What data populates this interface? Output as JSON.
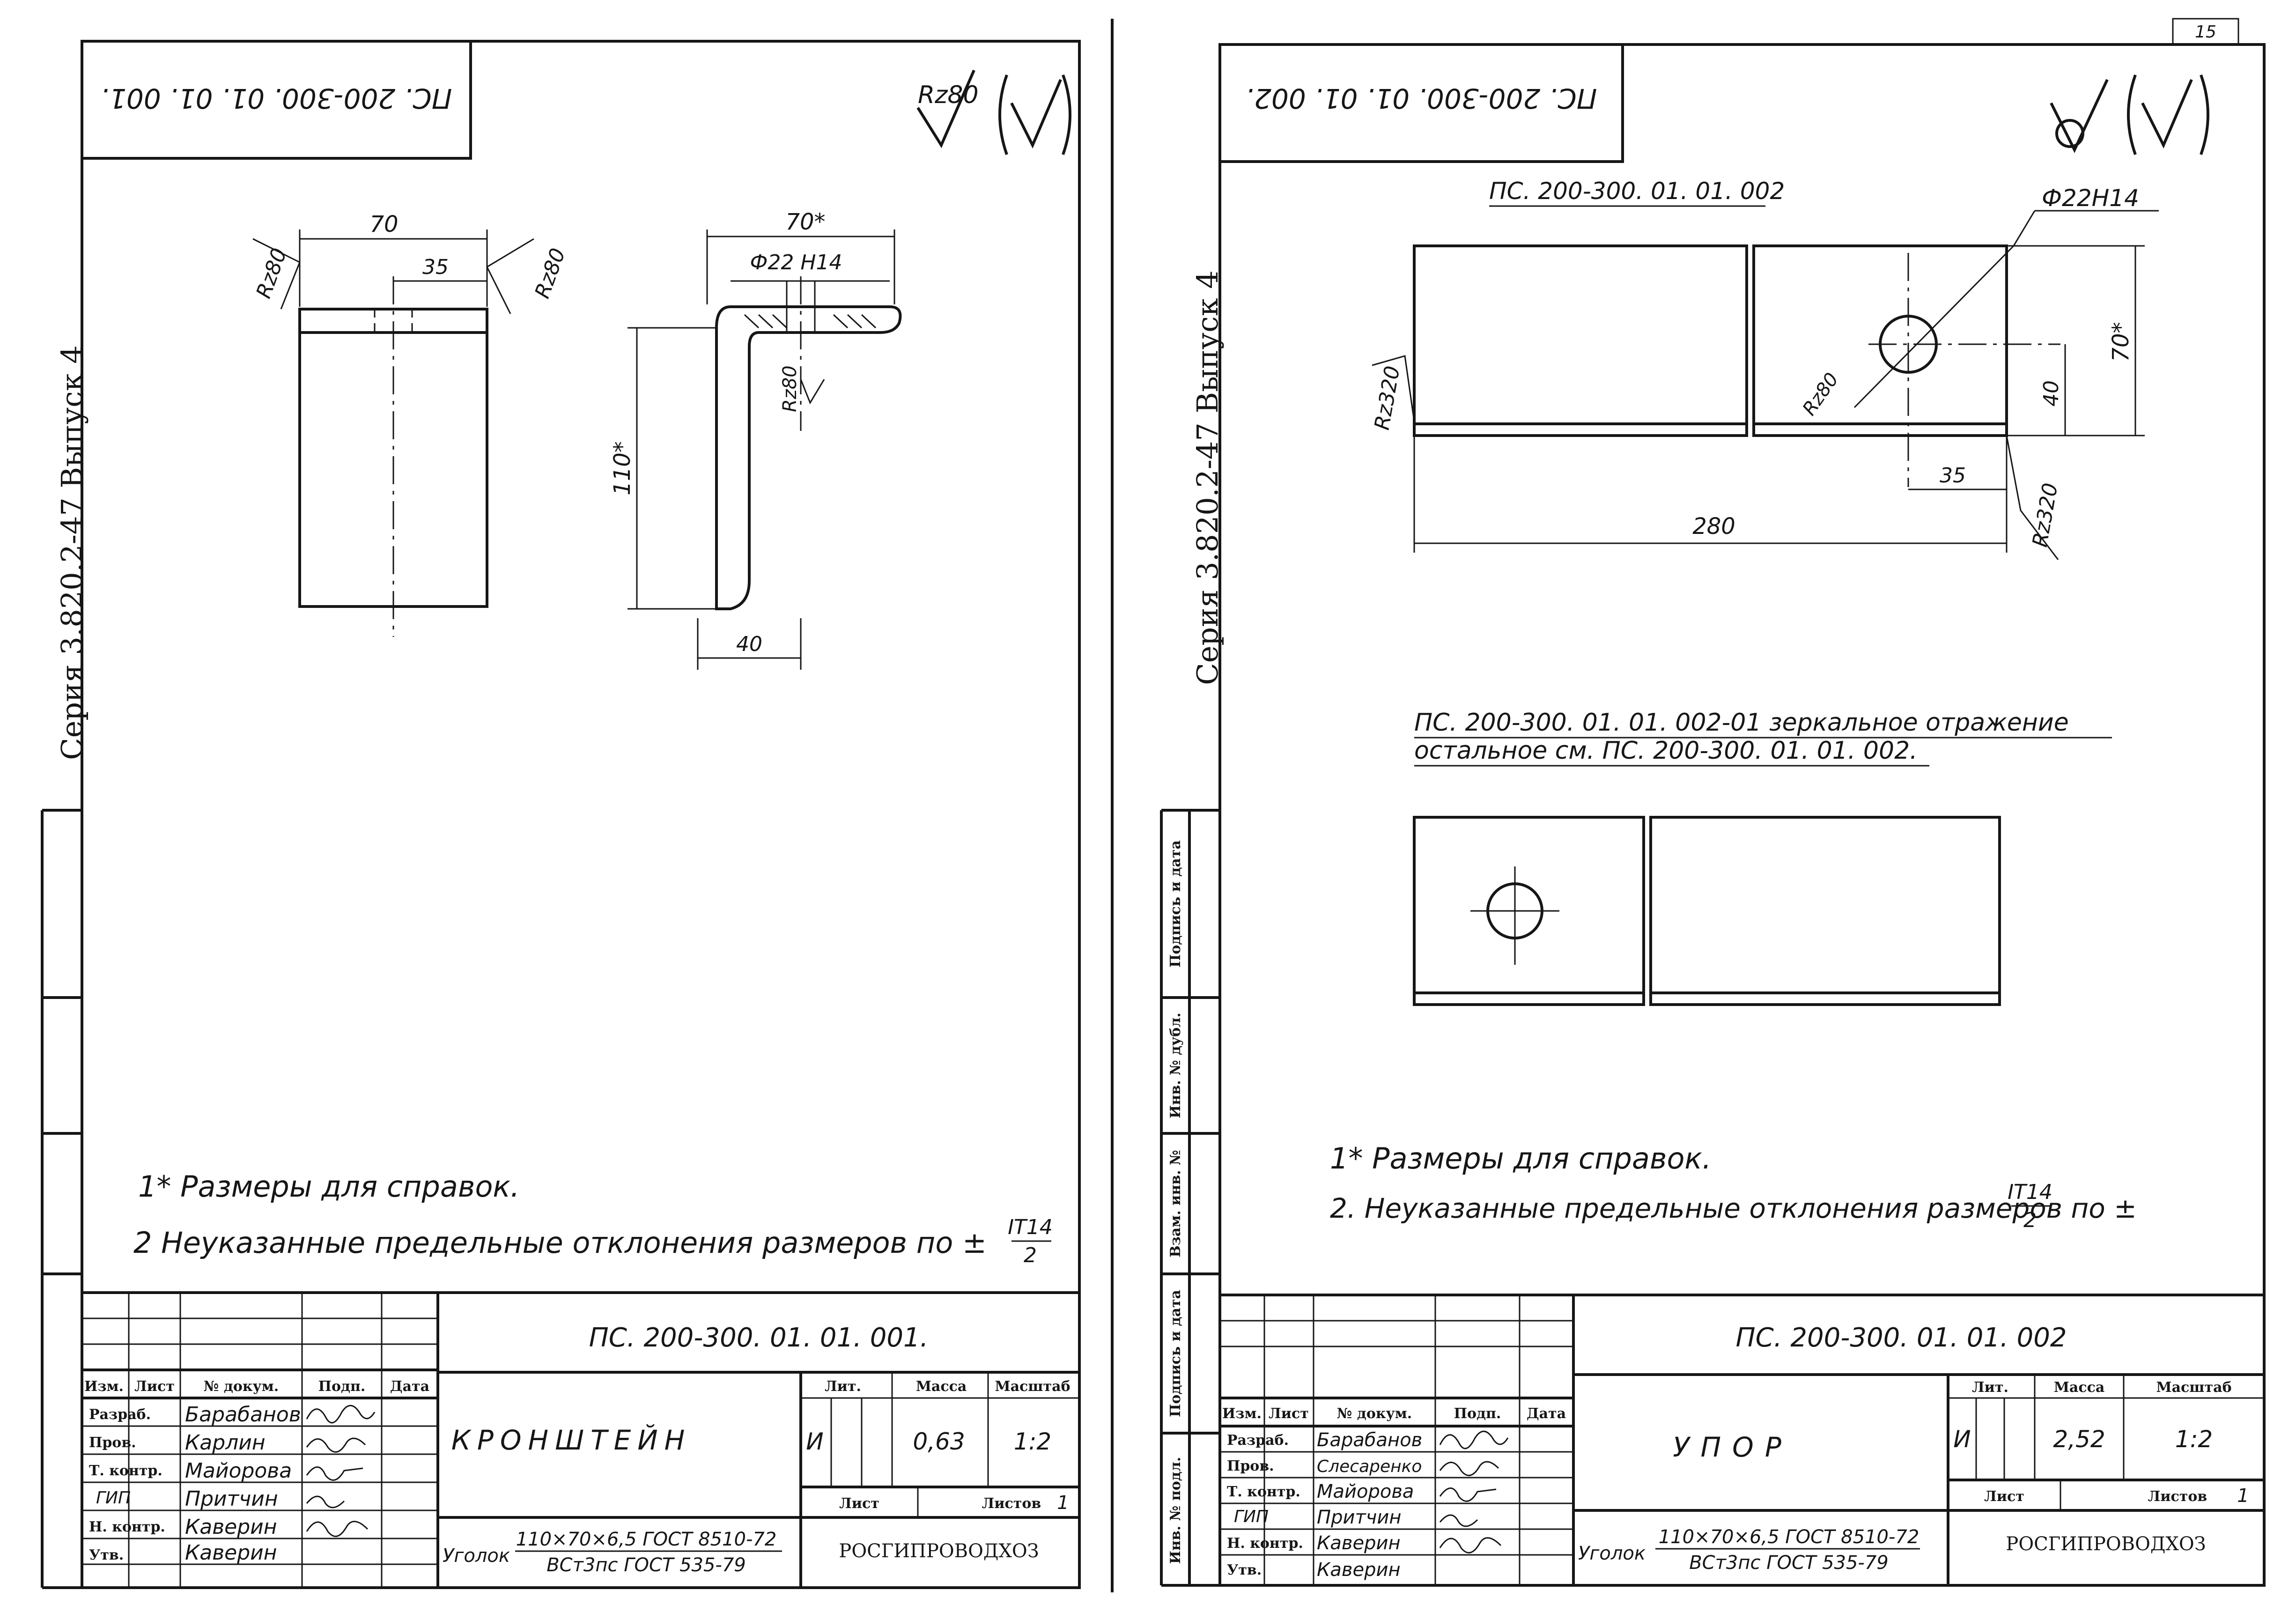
{
  "left_sheet": {
    "stamp_code": "ПС. 200-300. 01. 01. 001.",
    "series_label": "Серия 3.820.2-47 Выпуск 4",
    "roughness_general": "Rz80",
    "view1": {
      "width": "70",
      "hole_offset": "35",
      "rz_left": "Rz80",
      "rz_right": "Rz80"
    },
    "view2": {
      "width": "70*",
      "hole": "Ф22 H14",
      "height": "110*",
      "flange": "40",
      "rz": "Rz80"
    },
    "note1": "1* Размеры для справок.",
    "note2_text": "2 Неуказанные предельные отклонения размеров по ±",
    "note2_num": "IT14",
    "note2_den": "2",
    "tb": {
      "code": "ПС. 200-300. 01. 01. 001.",
      "title": "КРОНШТЕЙН",
      "hdr_izm": "Изм.",
      "hdr_list": "Лист",
      "hdr_doc": "№ докум.",
      "hdr_podp": "Подп.",
      "hdr_data": "Дата",
      "role1": "Разраб.",
      "name1": "Барабанов",
      "role2": "Пров.",
      "name2": "Карлин",
      "role3": "Т. контр.",
      "name3": "Майорова",
      "role4": "ГИП",
      "name4": "Притчин",
      "role5": "Н. контр.",
      "name5": "Каверин",
      "role6": "Утв.",
      "name6": "Каверин",
      "lit_hdr": "Лит.",
      "mass_hdr": "Масса",
      "scale_hdr": "Масштаб",
      "lit": "И",
      "mass": "0,63",
      "scale": "1:2",
      "sheet_hdr": "Лист",
      "sheets_hdr": "Листов",
      "sheets": "1",
      "mat_prefix": "Уголок",
      "mat_top": "110×70×6,5 ГОСТ 8510-72",
      "mat_bottom": "ВСт3пс ГОСТ 535-79",
      "org": "РОСГИПРОВОДХОЗ"
    }
  },
  "right_sheet": {
    "page_number": "15",
    "stamp_code": "ПС. 200-300. 01. 01. 002.",
    "series_label": "Серия 3.820.2-47 Выпуск 4",
    "part_ref": "ПС. 200-300. 01. 01. 002",
    "hole": "Ф22H14",
    "rz_left": "Rz320",
    "rz_hole": "Rz80",
    "rz_right": "Rz320",
    "dim_length": "280",
    "dim_offset": "35",
    "dim_hole_height": "40",
    "dim_height": "70*",
    "mirror_line1": "ПС. 200-300. 01. 01. 002-01 зеркальное отражение",
    "mirror_line2": "остальное см. ПС. 200-300. 01. 01. 002.",
    "note1": "1* Размеры для справок.",
    "note2_text": "2. Неуказанные предельные отклонения размеров по ±",
    "note2_num": "IT14",
    "note2_den": "2",
    "side_labels": [
      "Подпись и дата",
      "Инв. № дубл.",
      "Взам. инв. №",
      "Подпись и дата",
      "Инв. № подл."
    ],
    "tb": {
      "code": "ПС. 200-300. 01. 01. 002",
      "title": "УПОР",
      "hdr_izm": "Изм.",
      "hdr_list": "Лист",
      "hdr_doc": "№ докум.",
      "hdr_podp": "Подп.",
      "hdr_data": "Дата",
      "role1": "Разраб.",
      "name1": "Барабанов",
      "role2": "Пров.",
      "name2": "Слесаренко",
      "role3": "Т. контр.",
      "name3": "Майорова",
      "role4": "ГИП",
      "name4": "Притчин",
      "role5": "Н. контр.",
      "name5": "Каверин",
      "role6": "Утв.",
      "name6": "Каверин",
      "lit_hdr": "Лит.",
      "mass_hdr": "Масса",
      "scale_hdr": "Масштаб",
      "lit": "И",
      "mass": "2,52",
      "scale": "1:2",
      "sheet_hdr": "Лист",
      "sheets_hdr": "Листов",
      "sheets": "1",
      "mat_prefix": "Уголок",
      "mat_top": "110×70×6,5 ГОСТ 8510-72",
      "mat_bottom": "ВСт3пс ГОСТ 535-79",
      "org": "РОСГИПРОВОДХОЗ"
    }
  }
}
